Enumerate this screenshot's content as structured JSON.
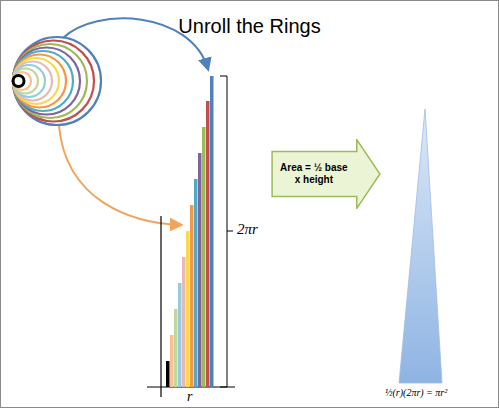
{
  "diagram": {
    "title": "Unroll the Rings",
    "nodes": [
      {
        "text": [
          "Area = ½ base x height"
        ]
      }
    ],
    "labels": [
      "2πr",
      "r",
      "½(r)(2πr) = πr²"
    ]
  }
}
